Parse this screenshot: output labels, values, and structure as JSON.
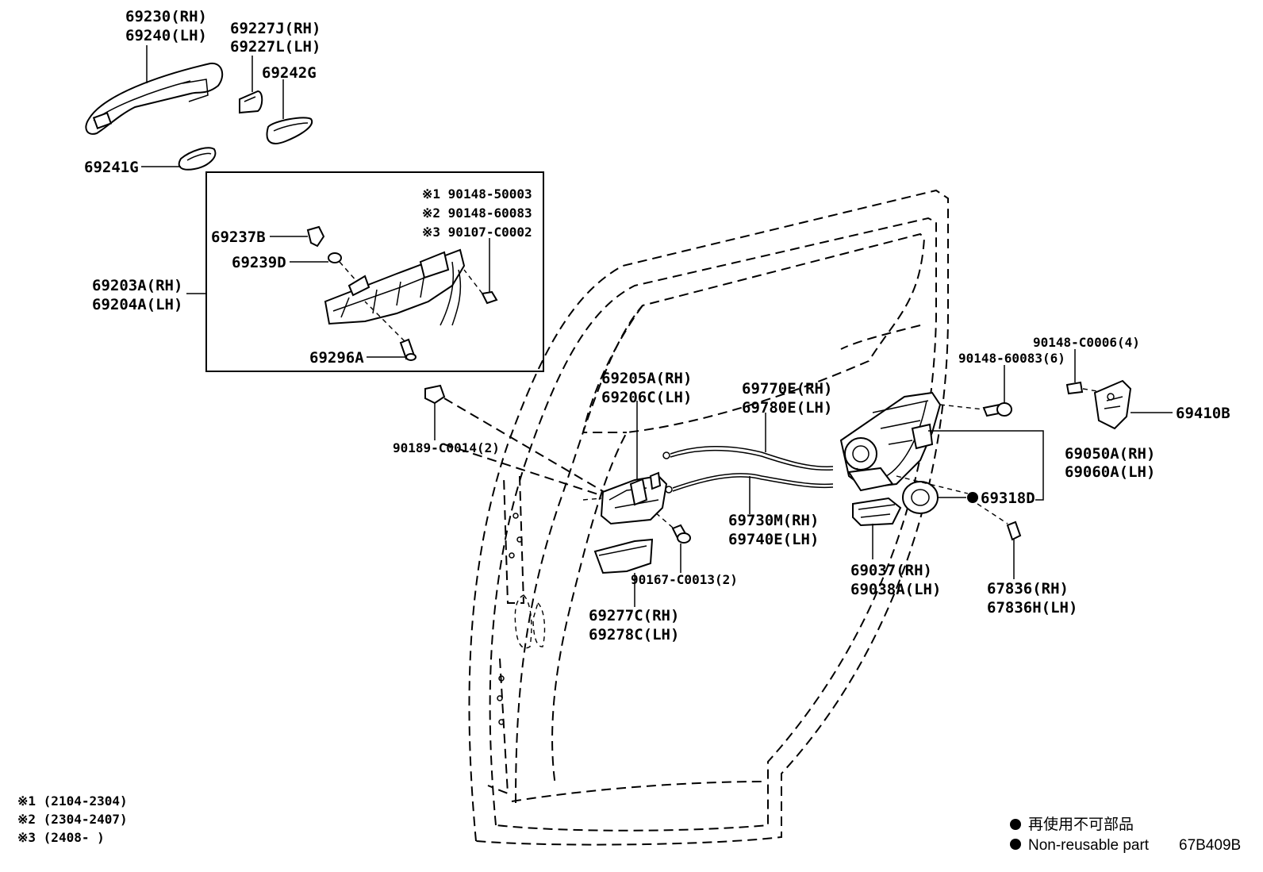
{
  "labels": {
    "outer_handle_rh": "69230(RH)",
    "outer_handle_lh": "69240(LH)",
    "cover_rh": "69227J(RH)",
    "cover_lh": "69227L(LH)",
    "pad_g": "69242G",
    "pad_241g": "69241G",
    "note1": "※1 90148-50003",
    "note2": "※2 90148-60083",
    "note3": "※3 90107-C0002",
    "cap_237b": "69237B",
    "grommet_239d": "69239D",
    "frame_rh": "69203A(RH)",
    "frame_lh": "69204A(LH)",
    "bolt_296a": "69296A",
    "clip_90189": "90189-C0014(2)",
    "inner_handle_rh": "69205A(RH)",
    "inner_handle_lh": "69206C(LH)",
    "cable1_rh": "69770E(RH)",
    "cable1_lh": "69780E(LH)",
    "cable2_rh": "69730M(RH)",
    "cable2_lh": "69740E(LH)",
    "screw_90167": "90167-C0013(2)",
    "bezel_rh": "69277C(RH)",
    "bezel_lh": "69278C(LH)",
    "screw_90148_60083": "90148-60083(6)",
    "screw_90148_c0006": "90148-C0006(4)",
    "striker_410b": "69410B",
    "lock_rh": "69050A(RH)",
    "lock_lh": "69060A(LH)",
    "seal_318d": "69318D",
    "cover_rh2": "69037(RH)",
    "cover_lh2": "69038A(LH)",
    "cushion_rh": "67836(RH)",
    "cushion_lh": "67836H(LH)"
  },
  "footnotes": [
    "※1 (2104-2304)",
    "※2 (2304-2407)",
    "※3 (2408-     )"
  ],
  "legend": {
    "jp": "再使用不可部品",
    "en": "Non-reusable part",
    "code": "67B409B"
  },
  "icons": {
    "legend_dot": "filled-circle-icon"
  }
}
